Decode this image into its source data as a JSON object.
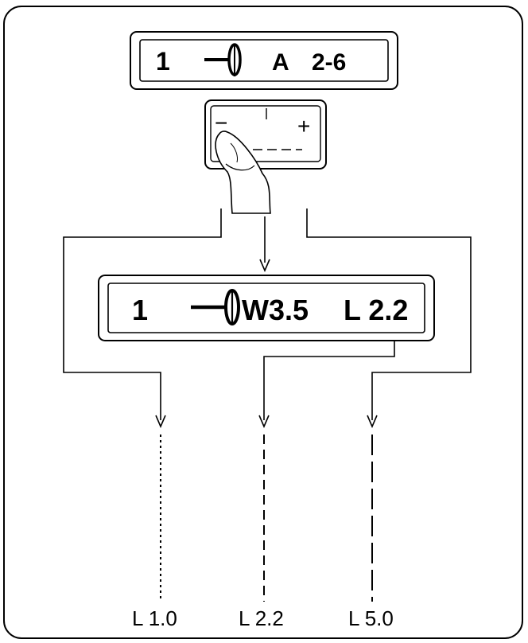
{
  "top_display": {
    "program": "1",
    "mode": "A",
    "range": "2-6"
  },
  "control_panel": {
    "minus_symbol": "−",
    "plus_symbol": "+"
  },
  "main_display": {
    "program": "1",
    "width": "W3.5",
    "length": "L 2.2"
  },
  "stitch_samples": [
    {
      "label": "L 1.0",
      "style": "dotted"
    },
    {
      "label": "L 2.2",
      "style": "dashed"
    },
    {
      "label": "L 5.0",
      "style": "long-dash"
    }
  ],
  "colors": {
    "ink": "#000000",
    "panel": "#ffffff"
  },
  "icons": [
    "presser-foot-icon",
    "finger-icon",
    "arrow-down-icon"
  ]
}
